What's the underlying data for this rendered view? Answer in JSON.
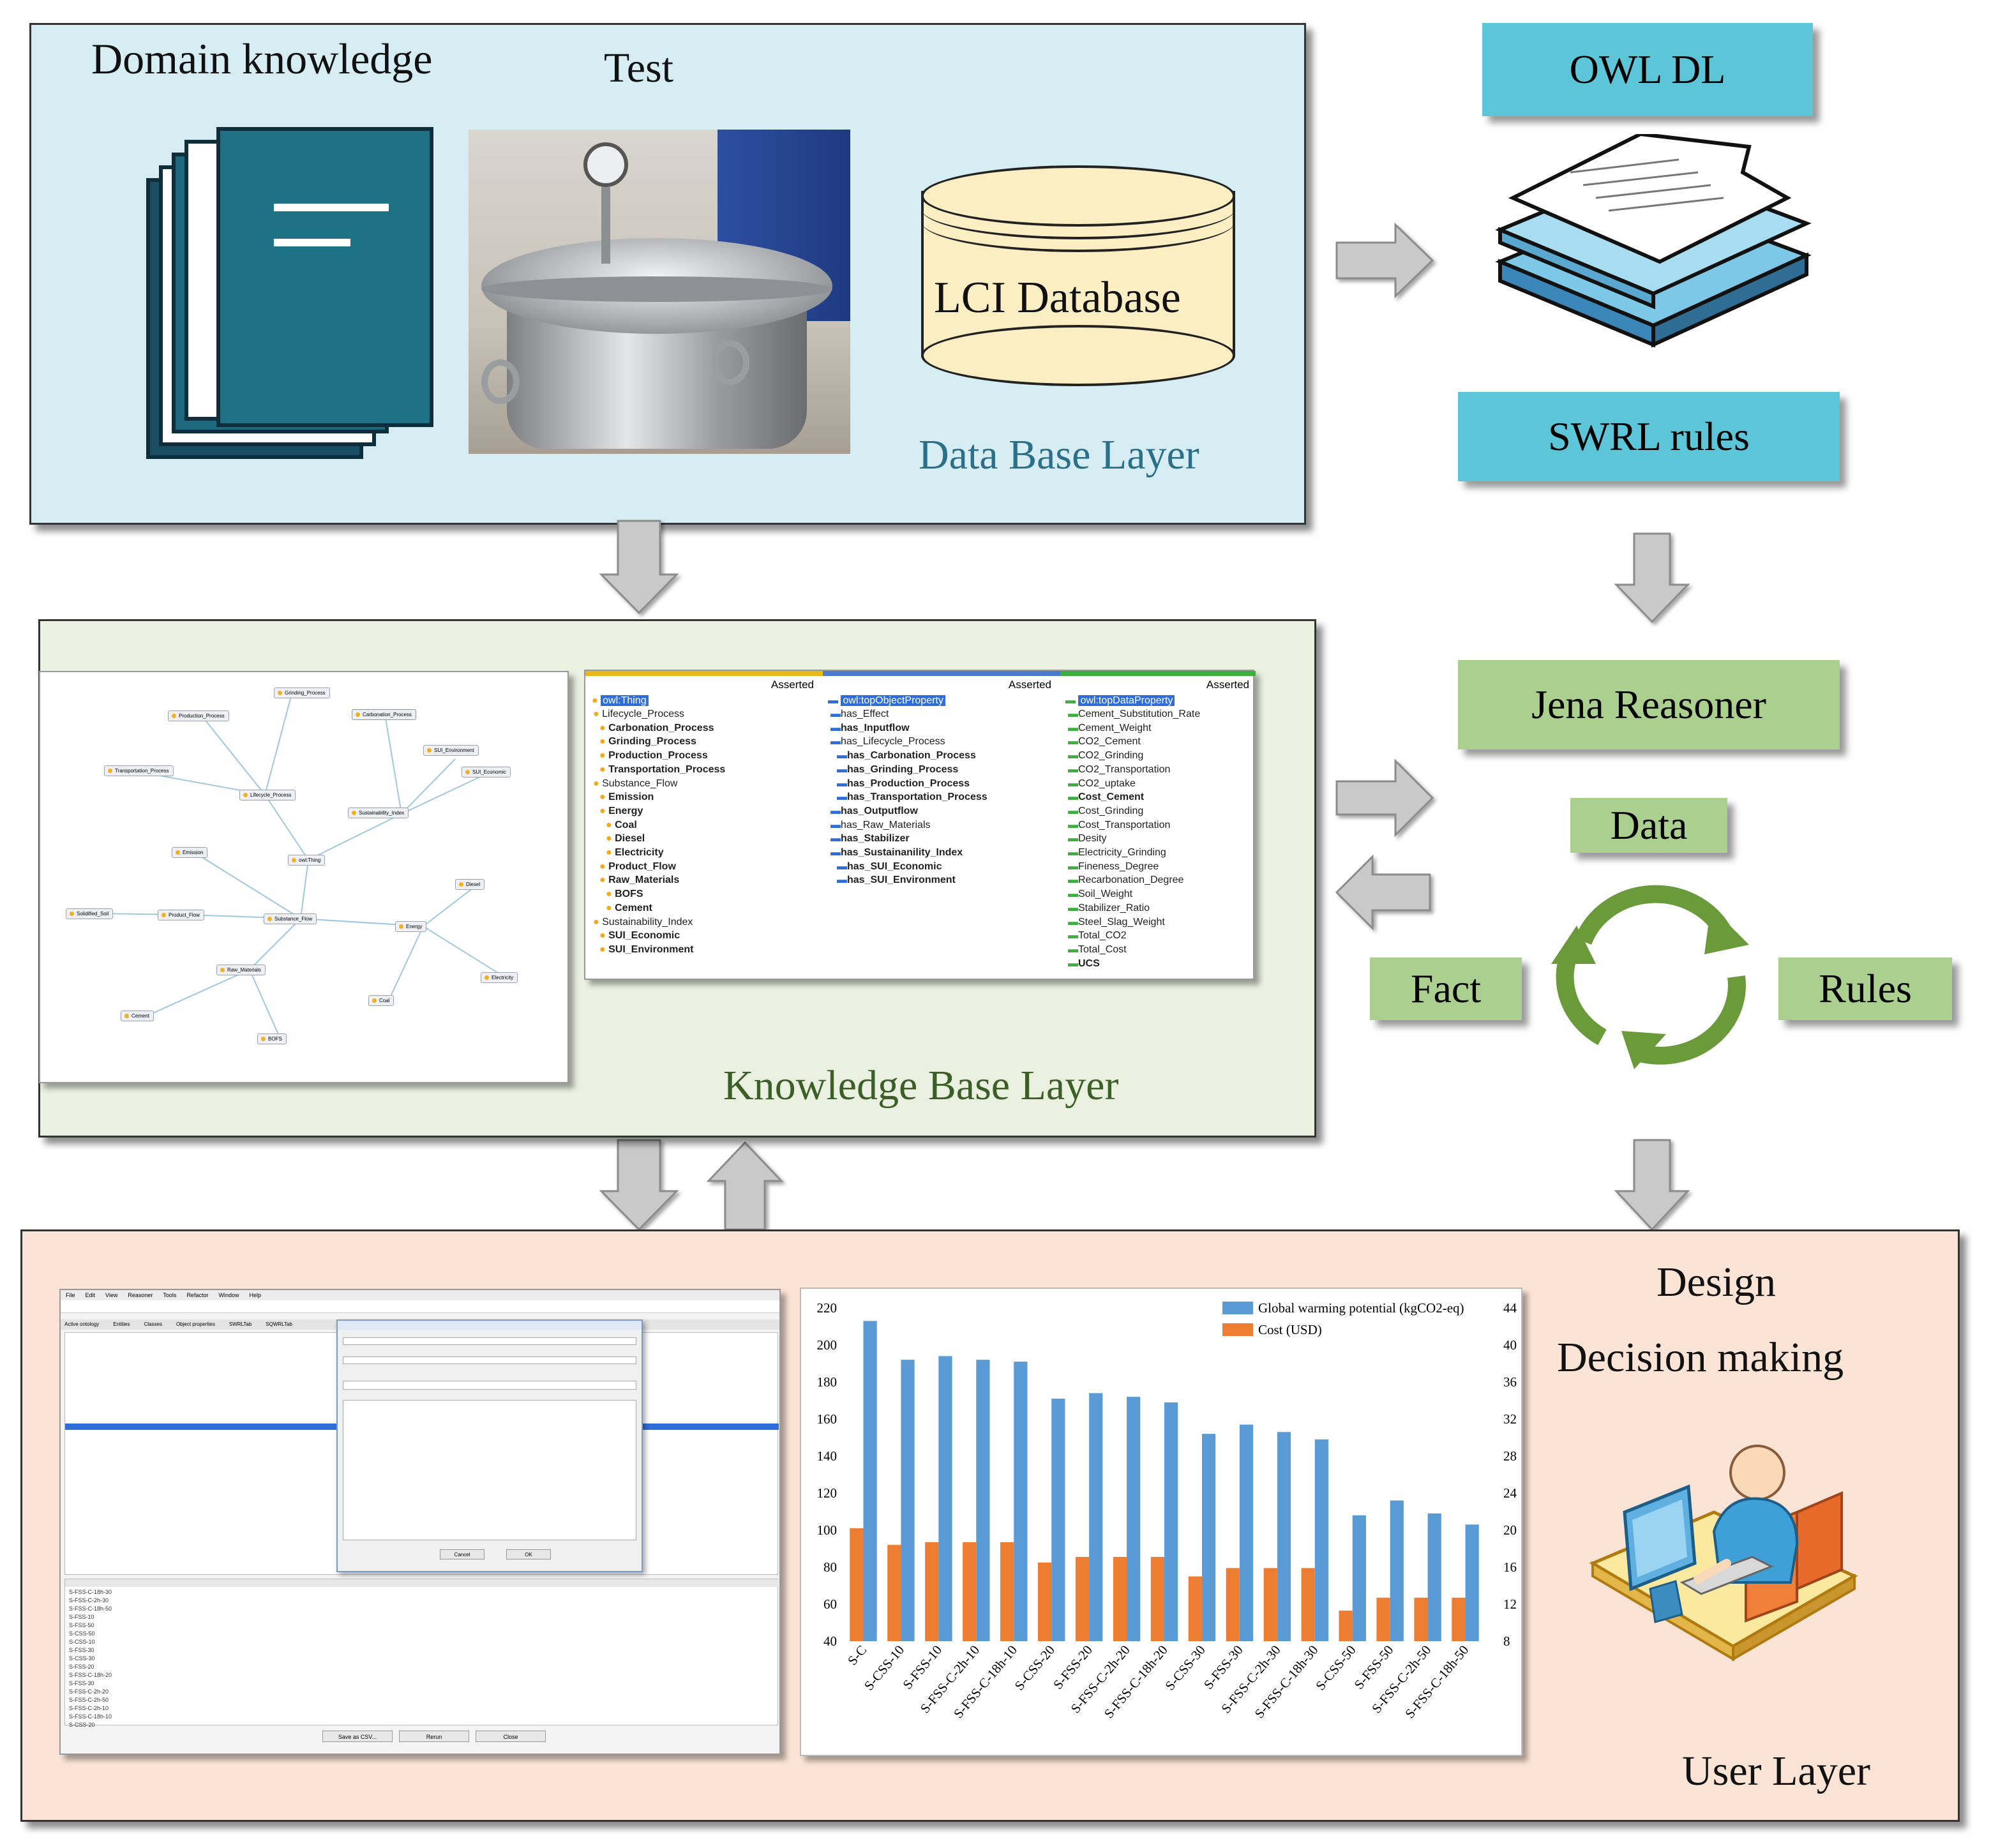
{
  "data_base_layer": {
    "title": "Data Base Layer",
    "domain_knowledge_label": "Domain knowledge",
    "test_label": "Test",
    "database_label": "LCI Database"
  },
  "right_column": {
    "owl_dl": "OWL DL",
    "swrl_rules": "SWRL rules",
    "jena_reasoner": "Jena Reasoner",
    "cycle": {
      "data": "Data",
      "fact": "Fact",
      "rules": "Rules"
    }
  },
  "knowledge_base_layer": {
    "title": "Knowledge Base Layer",
    "graph_nodes": [
      "Grinding_Process",
      "Production_Process",
      "Carbonation_Process",
      "SUI_Environment",
      "Transportation_Process",
      "Lifecycle_Process",
      "Sustainability_Index",
      "SUI_Economic",
      "Emission",
      "owl:Thing",
      "Diesel",
      "Solidified_Soil",
      "Product_Flow",
      "Substance_Flow",
      "Energy",
      "Raw_Materials",
      "Electricity",
      "Coal",
      "Cement",
      "BOFS"
    ],
    "ontology_panel": {
      "asserted_label": "Asserted",
      "classes_root": "owl:Thing",
      "classes": [
        {
          "t": "Lifecycle_Process",
          "b": false,
          "d": 1
        },
        {
          "t": "Carbonation_Process",
          "b": true,
          "d": 2
        },
        {
          "t": "Grinding_Process",
          "b": true,
          "d": 2
        },
        {
          "t": "Production_Process",
          "b": true,
          "d": 2
        },
        {
          "t": "Transportation_Process",
          "b": true,
          "d": 2
        },
        {
          "t": "Substance_Flow",
          "b": false,
          "d": 1
        },
        {
          "t": "Emission",
          "b": true,
          "d": 2
        },
        {
          "t": "Energy",
          "b": true,
          "d": 2
        },
        {
          "t": "Coal",
          "b": true,
          "d": 3
        },
        {
          "t": "Diesel",
          "b": true,
          "d": 3
        },
        {
          "t": "Electricity",
          "b": true,
          "d": 3
        },
        {
          "t": "Product_Flow",
          "b": true,
          "d": 2
        },
        {
          "t": "Raw_Materials",
          "b": true,
          "d": 2
        },
        {
          "t": "BOFS",
          "b": true,
          "d": 3
        },
        {
          "t": "Cement",
          "b": true,
          "d": 3
        },
        {
          "t": "Sustainability_Index",
          "b": false,
          "d": 1
        },
        {
          "t": "SUI_Economic",
          "b": true,
          "d": 2
        },
        {
          "t": "SUI_Environment",
          "b": true,
          "d": 2
        }
      ],
      "object_root": "owl:topObjectProperty",
      "object_props": [
        {
          "t": "has_Effect",
          "b": false,
          "d": 1
        },
        {
          "t": "has_Inputflow",
          "b": true,
          "d": 1
        },
        {
          "t": "has_Lifecycle_Process",
          "b": false,
          "d": 1
        },
        {
          "t": "has_Carbonation_Process",
          "b": true,
          "d": 2
        },
        {
          "t": "has_Grinding_Process",
          "b": true,
          "d": 2
        },
        {
          "t": "has_Production_Process",
          "b": true,
          "d": 2
        },
        {
          "t": "has_Transportation_Process",
          "b": true,
          "d": 2
        },
        {
          "t": "has_Outputflow",
          "b": true,
          "d": 1
        },
        {
          "t": "has_Raw_Materials",
          "b": false,
          "d": 1
        },
        {
          "t": "has_Stabilizer",
          "b": true,
          "d": 1
        },
        {
          "t": "has_Sustainanility_Index",
          "b": true,
          "d": 1
        },
        {
          "t": "has_SUI_Economic",
          "b": true,
          "d": 2
        },
        {
          "t": "has_SUI_Environment",
          "b": true,
          "d": 2
        }
      ],
      "data_root": "owl:topDataProperty",
      "data_props": [
        {
          "t": "Cement_Substitution_Rate",
          "b": false
        },
        {
          "t": "Cement_Weight",
          "b": false
        },
        {
          "t": "CO2_Cement",
          "b": false
        },
        {
          "t": "CO2_Grinding",
          "b": false
        },
        {
          "t": "CO2_Transportation",
          "b": false
        },
        {
          "t": "CO2_uptake",
          "b": false
        },
        {
          "t": "Cost_Cement",
          "b": true
        },
        {
          "t": "Cost_Grinding",
          "b": false
        },
        {
          "t": "Cost_Transportation",
          "b": false
        },
        {
          "t": "Desity",
          "b": false
        },
        {
          "t": "Electricity_Grinding",
          "b": false
        },
        {
          "t": "Fineness_Degree",
          "b": false
        },
        {
          "t": "Recarbonation_Degree",
          "b": false
        },
        {
          "t": "Soil_Weight",
          "b": false
        },
        {
          "t": "Stabilizer_Ratio",
          "b": false
        },
        {
          "t": "Steel_Slag_Weight",
          "b": false
        },
        {
          "t": "Total_CO2",
          "b": false
        },
        {
          "t": "Total_Cost",
          "b": false
        },
        {
          "t": "UCS",
          "b": true
        }
      ]
    }
  },
  "user_layer": {
    "title": "User Layer",
    "design_label": "Design",
    "decision_label": "Decision making",
    "protege": {
      "menu": [
        "File",
        "Edit",
        "View",
        "Reasoner",
        "Tools",
        "Refactor",
        "Window",
        "Help"
      ],
      "tabs": [
        "Active ontology",
        "Entities",
        "Classes",
        "Object properties",
        "SWRLTab",
        "SQWRLTab"
      ],
      "dialog_buttons": [
        "Cancel",
        "OK"
      ],
      "bottom_buttons": [
        "Save as CSV...",
        "Rerun",
        "Close"
      ],
      "result_rows": [
        "S-FSS-C-18h-30",
        "S-FSS-C-2h-30",
        "S-FSS-C-18h-50",
        "S-FSS-10",
        "S-FSS-50",
        "S-CSS-50",
        "S-CSS-10",
        "S-FSS-30",
        "S-CSS-30",
        "S-FSS-20",
        "S-FSS-C-18h-20",
        "S-FSS-30",
        "S-FSS-C-2h-20",
        "S-FSS-C-2h-50",
        "S-FSS-C-2h-10",
        "S-FSS-C-18h-10",
        "S-CSS-20"
      ]
    }
  },
  "chart_data": {
    "type": "bar",
    "categories": [
      "S-C",
      "S-CSS-10",
      "S-FSS-10",
      "S-FSS-C-2h-10",
      "S-FSS-C-18h-10",
      "S-CSS-20",
      "S-FSS-20",
      "S-FSS-C-2h-20",
      "S-FSS-C-18h-20",
      "S-CSS-30",
      "S-FSS-30",
      "S-FSS-C-2h-30",
      "S-FSS-C-18h-30",
      "S-CSS-50",
      "S-FSS-50",
      "S-FSS-C-2h-50",
      "S-FSS-C-18h-50"
    ],
    "series": [
      {
        "name": "Global warming potential (kgCO2-eq)",
        "axis": "left",
        "color": "#5b9bd5",
        "values": [
          213,
          192,
          194,
          192,
          191,
          171,
          174,
          172,
          169,
          152,
          157,
          153,
          149,
          108,
          116,
          109,
          103
        ]
      },
      {
        "name": "Cost (USD)",
        "axis": "right",
        "color": "#ed7d31",
        "values": [
          20.2,
          18.4,
          18.7,
          18.7,
          18.7,
          16.5,
          17.1,
          17.1,
          17.1,
          15.0,
          15.9,
          15.9,
          15.9,
          11.3,
          12.7,
          12.7,
          12.7
        ]
      }
    ],
    "ylim_left": [
      40,
      220
    ],
    "yticks_left": [
      "40",
      "60",
      "80",
      "100",
      "120",
      "140",
      "160",
      "180",
      "200",
      "220"
    ],
    "ylim_right": [
      8,
      44
    ],
    "yticks_right": [
      "8",
      "12",
      "16",
      "20",
      "24",
      "28",
      "32",
      "36",
      "40",
      "44"
    ],
    "legend": "top-right",
    "grid": false
  }
}
